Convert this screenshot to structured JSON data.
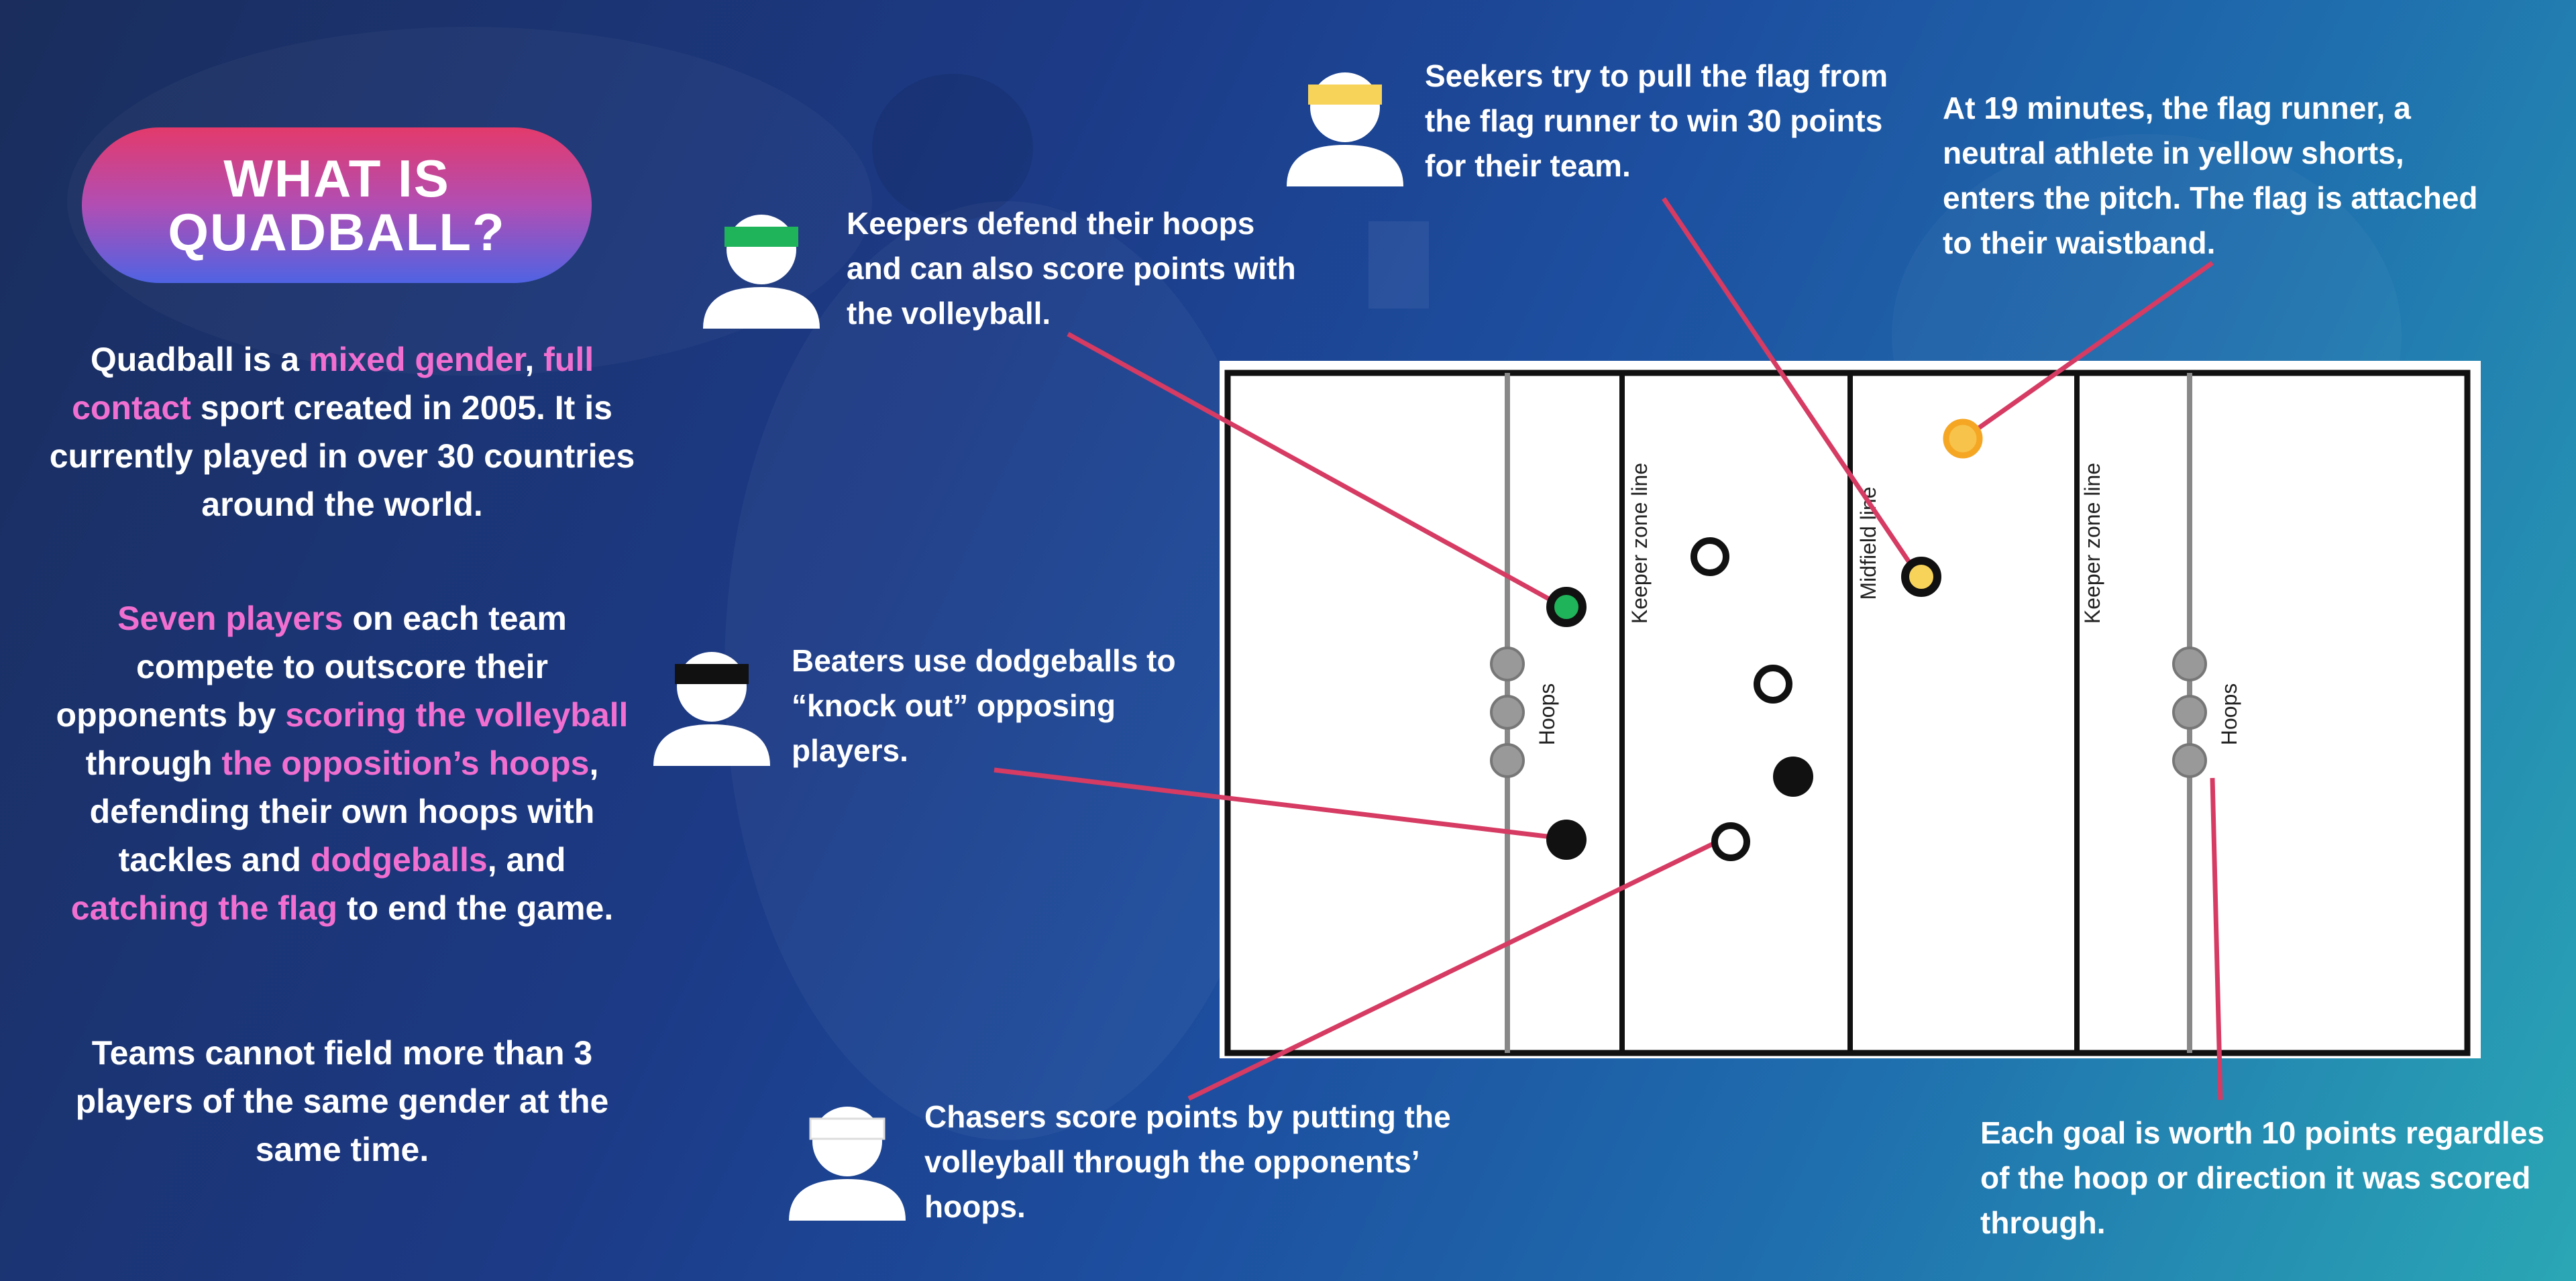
{
  "title": {
    "line1": "WHAT IS",
    "line2": "QUADBALL?"
  },
  "intro": {
    "p1": [
      "Quadball is a ",
      "mixed gender",
      ", ",
      "full contact",
      " sport created in 2005. It is currently played in over 30 countries around the world."
    ],
    "p2": [
      "",
      "Seven players",
      " on each team compete to outscore their opponents by ",
      "scoring the volleyball",
      " through ",
      "the opposition’s hoops",
      ", defending their own hoops with tackles and ",
      "dodgeballs",
      ", and ",
      "catching the flag",
      " to end the game."
    ],
    "p3": "Teams cannot field more than 3 players of the same gender at the same time."
  },
  "captions": {
    "seekers": "Seekers try to pull the flag from the flag runner to win 30 points for their team.",
    "flag_runner": "At 19 minutes, the flag runner, a neutral athlete in yellow shorts, enters the pitch. The flag is attached to their waistband.",
    "keepers": "Keepers defend their hoops and can also score points with the volleyball.",
    "beaters": "Beaters use dodgeballs to “knock out” opposing players.",
    "chasers": "Chasers score points by putting the volleyball through the opponents’ hoops.",
    "goals": "Each goal is worth 10 points regardles of the hoop or direction it was scored through."
  },
  "field_labels": {
    "keeper_zone_left": "Keeper zone line",
    "midfield": "Midfield line",
    "keeper_zone_right": "Keeper zone line",
    "hoops_left": "Hoops",
    "hoops_right": "Hoops"
  },
  "colors": {
    "accent_pink": "#f06fd0",
    "pointer_line": "#d63b63",
    "keeper_green": "#1fb35a",
    "seeker_yellow": "#f7d35a",
    "flag_orange": "#f5a623",
    "beater_black": "#111111",
    "chaser_white": "#ffffff"
  },
  "icons": {
    "seeker": "person-yellow-headband-icon",
    "keeper": "person-green-headband-icon",
    "beater": "person-black-headband-icon",
    "chaser": "person-white-headband-icon"
  }
}
